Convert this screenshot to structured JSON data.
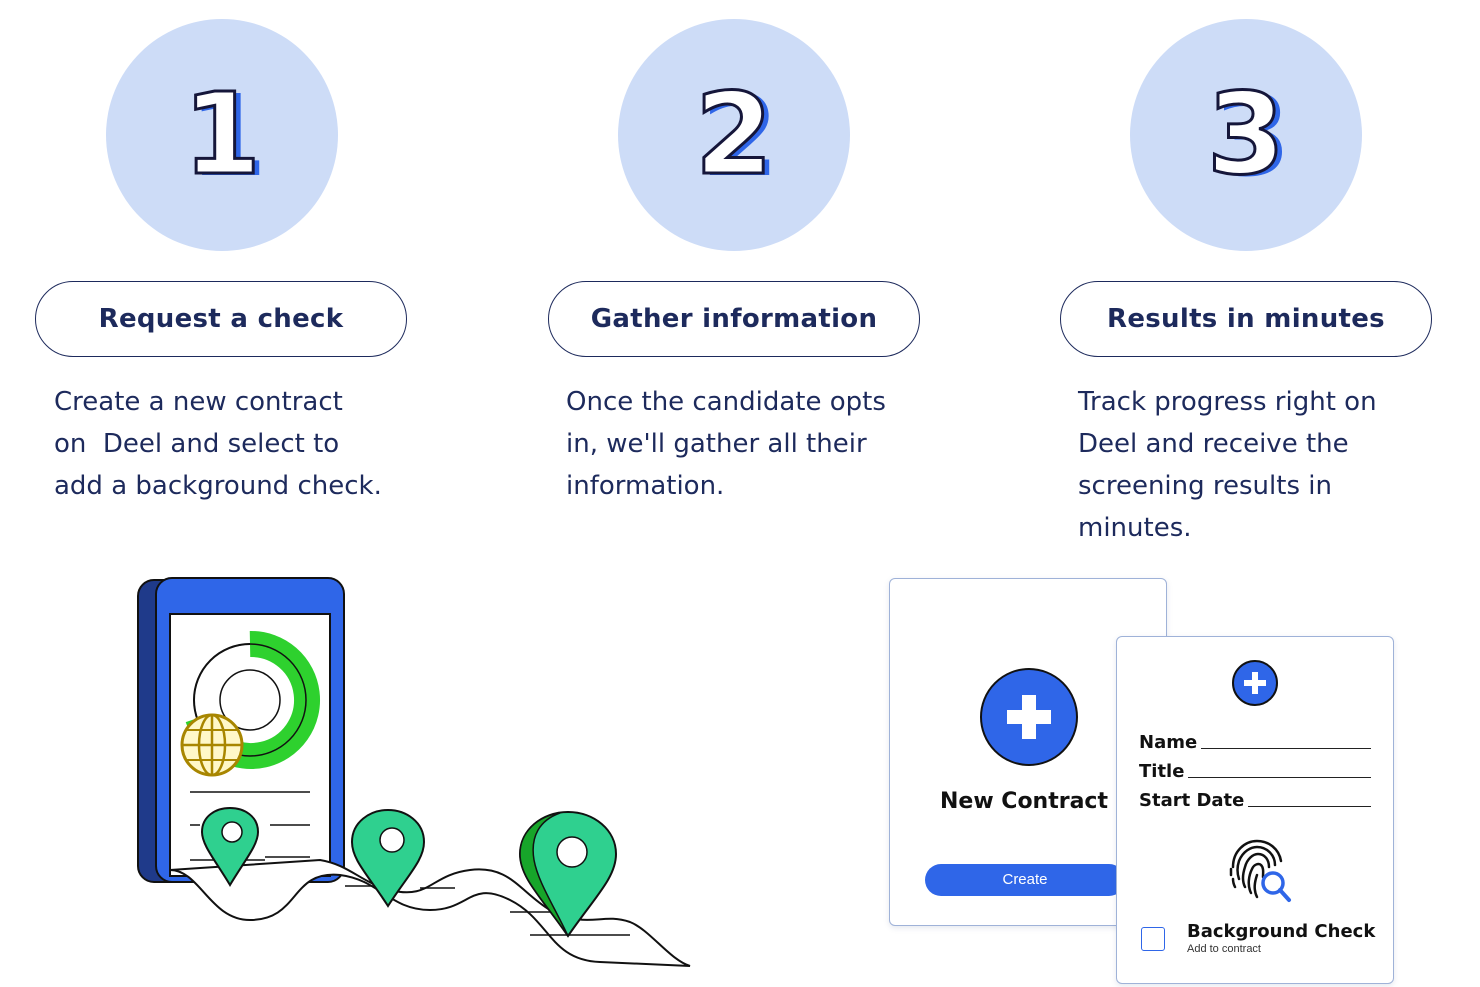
{
  "steps": [
    {
      "number": "1",
      "title": "Request a check",
      "lines": [
        "Create a new contract",
        "on  Deel and select to",
        "add a background check."
      ]
    },
    {
      "number": "2",
      "title": "Gather information",
      "lines": [
        "Once the candidate opts",
        "in, we'll gather all their",
        "information."
      ]
    },
    {
      "number": "3",
      "title": "Results in minutes",
      "lines": [
        "Track progress right on",
        "Deel and receive the",
        "screening results in",
        "minutes."
      ]
    }
  ],
  "contract_card": {
    "title": "New Contract",
    "button_label": "Create"
  },
  "form_card": {
    "fields": [
      "Name",
      "Title",
      "Start Date"
    ],
    "checkbox_label": "Background Check",
    "checkbox_sublabel": "Add to contract",
    "checkbox_checked": false
  },
  "colors": {
    "circle_bg": "#cddcf7",
    "accent_blue": "#2f66e8",
    "text_navy": "#1d2a5c",
    "pin_green": "#2fd08f",
    "phone_blue": "#2f66e8"
  },
  "icons": [
    "plus-icon",
    "fingerprint-search-icon",
    "globe-icon",
    "location-pin-icon"
  ]
}
